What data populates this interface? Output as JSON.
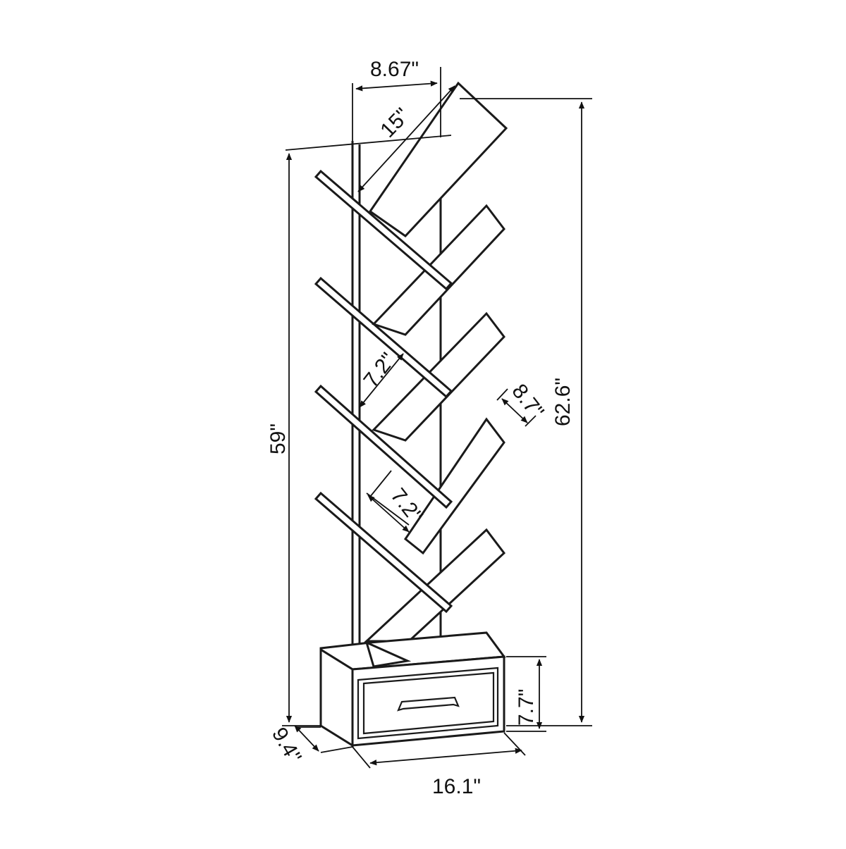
{
  "dimensions": {
    "total_height": "62.6\"",
    "shelf_height": "59\"",
    "top_width": "8.67\"",
    "top_diagonal": "15\"",
    "shelf_spacing": "7.2\"",
    "board_depth": "8.7\"",
    "board_gap": "7.2\"",
    "drawer_height": "7.7\"",
    "base_depth": "9.4\"",
    "base_width": "16.1\""
  },
  "colors": {
    "line": "#1a1a1a",
    "background": "#ffffff"
  }
}
